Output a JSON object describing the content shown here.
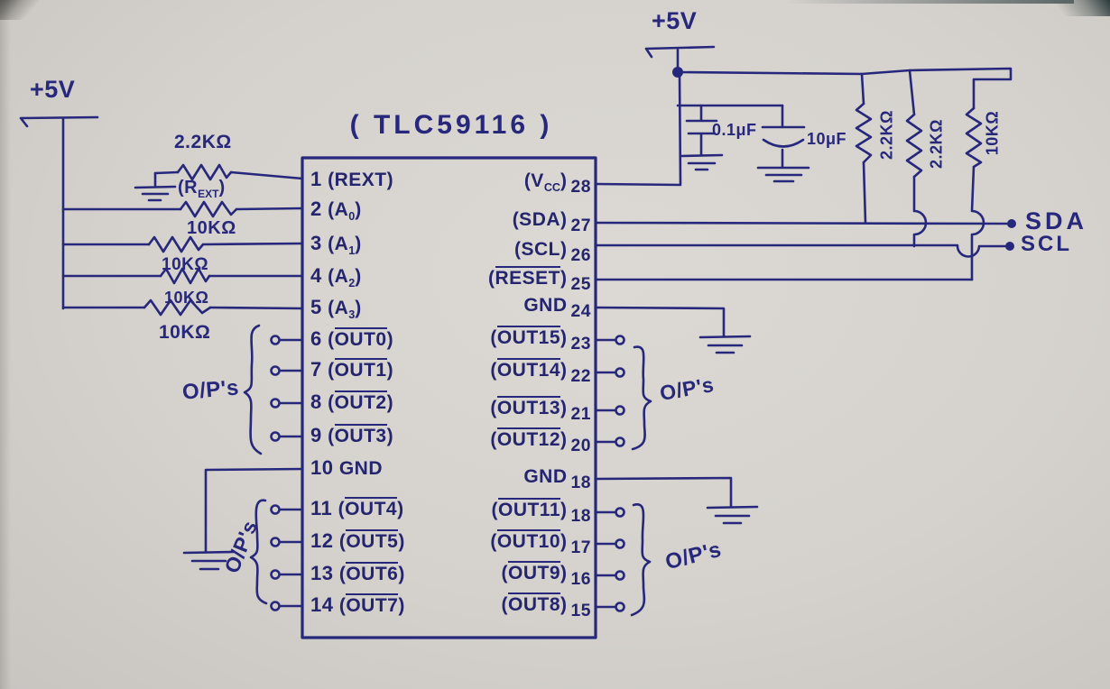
{
  "title": "( TLC59116 )",
  "colors": {
    "ink": "#27277b",
    "paper": "#d5d2cd"
  },
  "power_rails": {
    "left": "+5V",
    "right": "+5V"
  },
  "left_circuit": {
    "rext_value": "2.2KΩ",
    "rext_open": "(R",
    "rext_sub": "EXT",
    "rext_close": ")",
    "r2_value": "10KΩ",
    "r3_value": "10KΩ",
    "r4_value": "10KΩ",
    "r5_value": "10KΩ"
  },
  "right_circuit": {
    "c1_value": "0.1μF",
    "c2_value": "10μF",
    "r_sda_value": "2.2KΩ",
    "r_scl_value": "2.2KΩ",
    "r_reset_value": "10KΩ",
    "sda_terminal": "SDA",
    "scl_terminal": "SCL"
  },
  "outputs_label": "O/P's",
  "ic": {
    "left_pins": [
      {
        "num": "1",
        "base": "REXT",
        "sub": "",
        "paren": true,
        "overline": false
      },
      {
        "num": "2",
        "base": "A",
        "sub": "0",
        "paren": true,
        "overline": false
      },
      {
        "num": "3",
        "base": "A",
        "sub": "1",
        "paren": true,
        "overline": false
      },
      {
        "num": "4",
        "base": "A",
        "sub": "2",
        "paren": true,
        "overline": false
      },
      {
        "num": "5",
        "base": "A",
        "sub": "3",
        "paren": true,
        "overline": false
      },
      {
        "num": "6",
        "base": "OUT0",
        "sub": "",
        "paren": true,
        "overline": true
      },
      {
        "num": "7",
        "base": "OUT1",
        "sub": "",
        "paren": true,
        "overline": true
      },
      {
        "num": "8",
        "base": "OUT2",
        "sub": "",
        "paren": true,
        "overline": true
      },
      {
        "num": "9",
        "base": "OUT3",
        "sub": "",
        "paren": true,
        "overline": true
      },
      {
        "num": "10",
        "base": "GND",
        "sub": "",
        "paren": false,
        "overline": false
      },
      {
        "num": "11",
        "base": "OUT4",
        "sub": "",
        "paren": true,
        "overline": true
      },
      {
        "num": "12",
        "base": "OUT5",
        "sub": "",
        "paren": true,
        "overline": true
      },
      {
        "num": "13",
        "base": "OUT6",
        "sub": "",
        "paren": true,
        "overline": true
      },
      {
        "num": "14",
        "base": "OUT7",
        "sub": "",
        "paren": true,
        "overline": true
      }
    ],
    "right_pins": [
      {
        "num": "28",
        "base": "V",
        "sub": "CC",
        "paren": true,
        "overline": false
      },
      {
        "num": "27",
        "base": "SDA",
        "sub": "",
        "paren": true,
        "overline": false
      },
      {
        "num": "26",
        "base": "SCL",
        "sub": "",
        "paren": true,
        "overline": false
      },
      {
        "num": "25",
        "base": "RESET",
        "sub": "",
        "paren": true,
        "overline": true
      },
      {
        "num": "24",
        "base": "GND",
        "sub": "",
        "paren": false,
        "overline": false
      },
      {
        "num": "23",
        "base": "OUT15",
        "sub": "",
        "paren": true,
        "overline": true
      },
      {
        "num": "22",
        "base": "OUT14",
        "sub": "",
        "paren": true,
        "overline": true
      },
      {
        "num": "21",
        "base": "OUT13",
        "sub": "",
        "paren": true,
        "overline": true
      },
      {
        "num": "20",
        "base": "OUT12",
        "sub": "",
        "paren": true,
        "overline": true
      },
      {
        "num": "18",
        "base": "GND",
        "sub": "",
        "paren": false,
        "overline": false
      },
      {
        "num": "18",
        "base": "OUT11",
        "sub": "",
        "paren": true,
        "overline": true
      },
      {
        "num": "17",
        "base": "OUT10",
        "sub": "",
        "paren": true,
        "overline": true
      },
      {
        "num": "16",
        "base": "OUT9",
        "sub": "",
        "paren": true,
        "overline": true
      },
      {
        "num": "15",
        "base": "OUT8",
        "sub": "",
        "paren": true,
        "overline": true
      }
    ]
  }
}
